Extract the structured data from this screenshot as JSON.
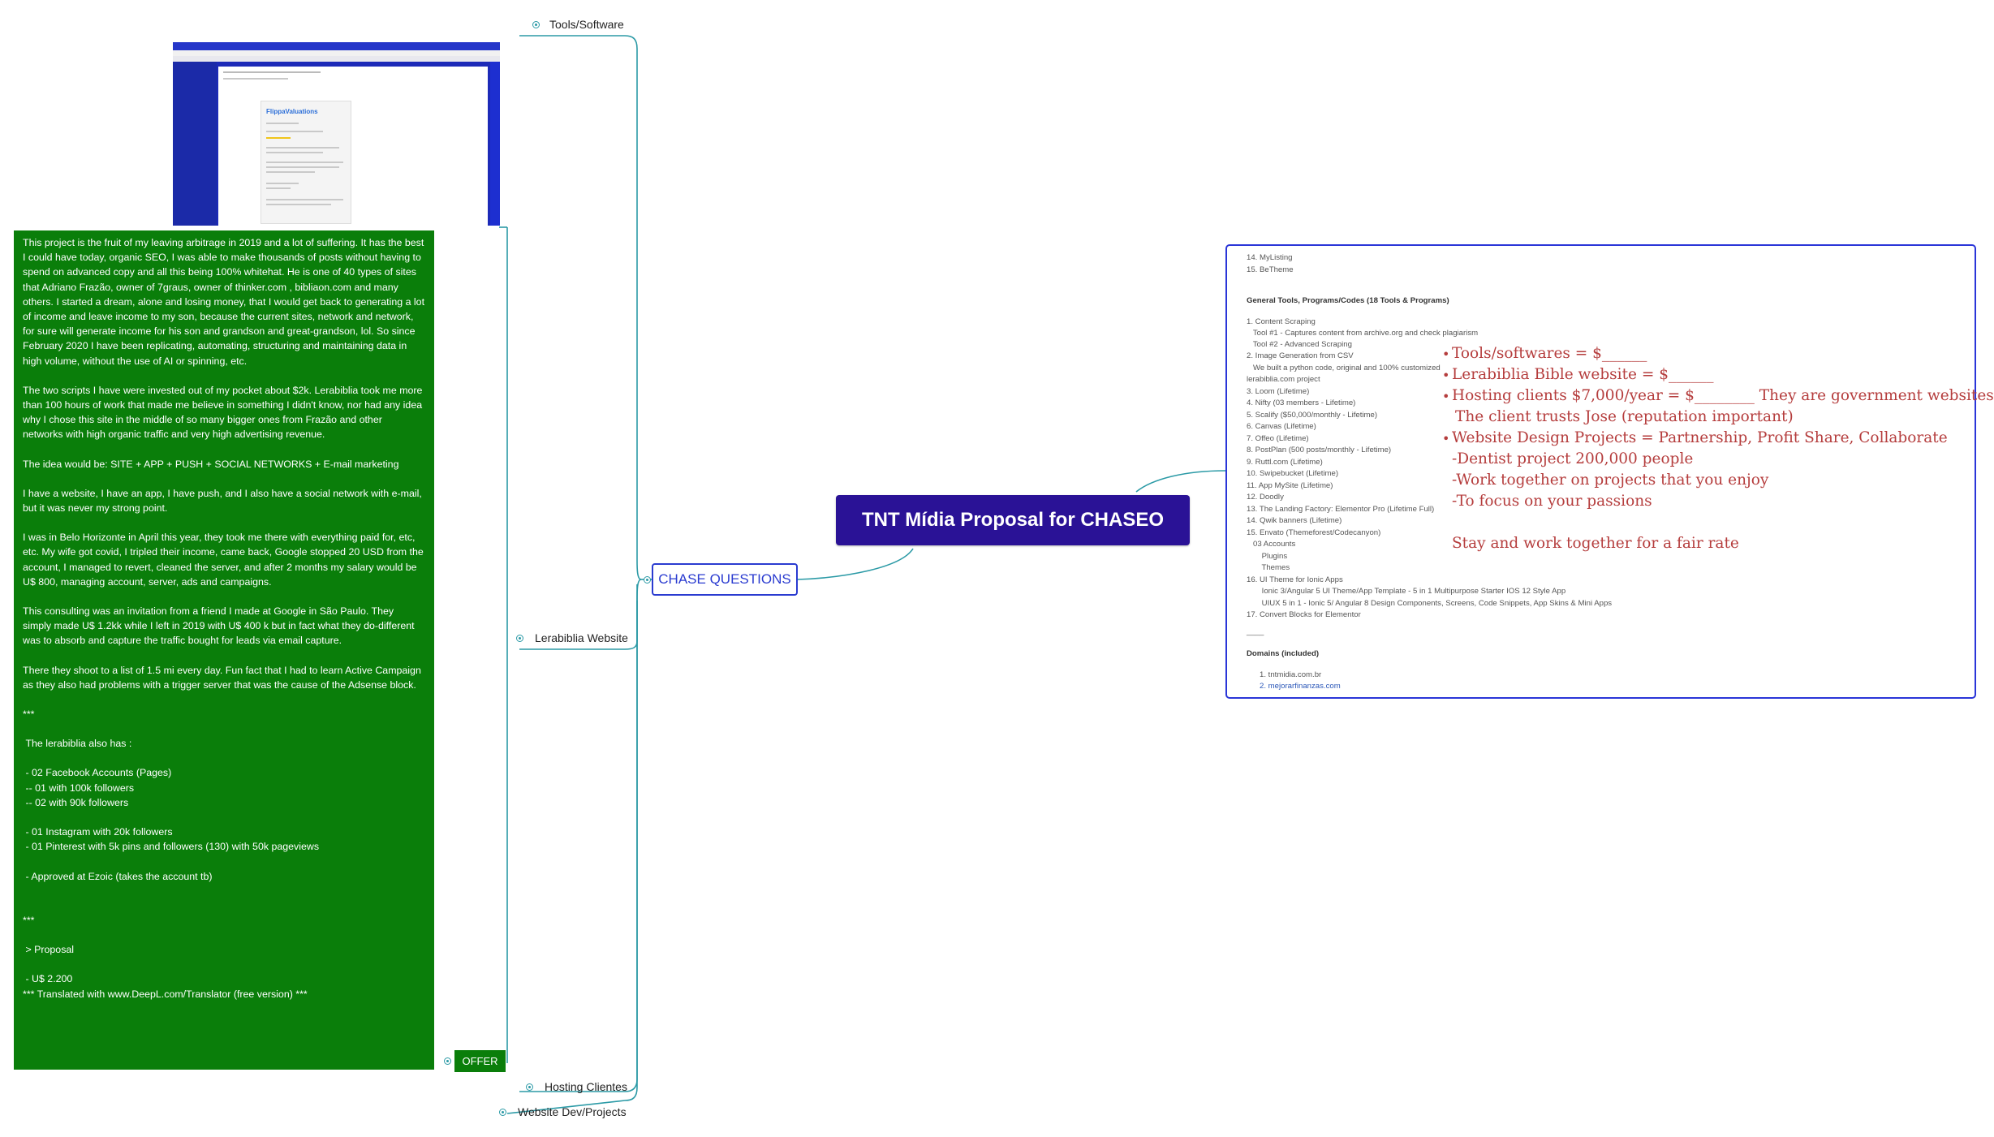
{
  "central_topic": "TNT Mídia Proposal for CHASEO",
  "chase_questions": "CHASE QUESTIONS",
  "branches": {
    "tools_software": "Tools/Software",
    "lerabiblia_website": "Lerabiblia Website",
    "hosting_clientes": "Hosting Clientes",
    "website_dev_projects": "Website Dev/Projects"
  },
  "offer_label": "OFFER",
  "note_paragraphs": [
    "This project is the fruit of my leaving arbitrage in 2019 and a lot of suffering. It has the best I could have today, organic SEO, I was able to make thousands of posts without having to spend on advanced copy and all this being 100% whitehat. He is one of 40 types of sites that Adriano Frazão, owner of 7graus, owner of thinker.com , bibliaon.com and many others. I started a dream, alone and losing money, that I would get back to generating a lot of income and leave income to my son, because the current sites, network and network, for sure will generate income for his son and grandson and great-grandson, lol. So since February 2020 I have been replicating, automating, structuring and maintaining data in high volume, without the use of AI or spinning, etc.",
    "The two scripts I have were invested out of my pocket about $2k. Lerabiblia took me more than 100 hours of work that made me believe in something I didn't know, nor had any idea why I chose this site in the middle of so many bigger ones from Frazão and other networks with high organic traffic and very high advertising revenue.",
    "The idea would be: SITE + APP + PUSH + SOCIAL NETWORKS + E-mail marketing",
    "I have a website, I have an app, I have push, and I also have a social network with e-mail, but it was never my strong point.",
    "I was in Belo Horizonte in April this year, they took me there with everything paid for, etc, etc. My wife got covid, I tripled their income, came back, Google stopped 20 USD from the account, I managed to revert, cleaned the server, and after 2 months my salary would be U$ 800, managing account, server, ads and campaigns.",
    "This consulting was an invitation from a friend I made at Google in São Paulo. They simply made U$ 1.2kk while I left in 2019 with U$ 400 k but in fact what they do-different was to absorb and capture the traffic bought for leads via email capture.",
    "There they shoot to a list of 1.5 mi every day. Fun fact that I had to learn Active Campaign as they also had problems with a trigger server that was the cause of the Adsense block.",
    "***",
    " The lerabiblia also has :",
    " - 02 Facebook Accounts (Pages)\n -- 01 with 100k followers\n -- 02 with 90k followers",
    " - 01 Instagram with 20k followers\n - 01 Pinterest with 5k pins and followers (130) with 50k pageviews",
    " - Approved at Ezoic (takes the account tb)",
    "\n***",
    " > Proposal",
    " - U$ 2.200\n*** Translated with www.DeepL.com/Translator (free version) ***"
  ],
  "panel": {
    "list_top": [
      "14. MyListing",
      "15. BeTheme"
    ],
    "general_tools_heading": "General Tools, Programs/Codes (18 Tools & Programs)",
    "general_tools": [
      "1. Content Scraping",
      "   Tool #1 - Captures content from archive.org and check plagiarism",
      "   Tool #2 - Advanced Scraping",
      "2. Image Generation from CSV",
      "   We built a python code, original and 100% customized",
      "lerabiblia.com project",
      "3. Loom (Lifetime)",
      "4. Nifty (03 members - Lifetime)",
      "5. Scalify ($50,000/monthly - Lifetime)",
      "6. Canvas (Lifetime)",
      "7. Offeo (Lifetime)",
      "8. PostPlan (500 posts/monthly - Lifetime)",
      "9. Ruttl.com (Lifetime)",
      "10. Swipebucket (Lifetime)",
      "11. App MySite (Lifetime)",
      "12. Doodly",
      "13. The Landing Factory: Elementor Pro (Lifetime Full)",
      "14. Qwik banners (Lifetime)",
      "15. Envato (Themeforest/Codecanyon)",
      "   03 Accounts",
      "       Plugins",
      "       Themes",
      "16. UI Theme for Ionic Apps",
      "       Ionic 3/Angular 5 UI Theme/App Template - 5 in 1 Multipurpose Starter IOS 12 Style App",
      "       UIUX 5 in 1 - Ionic 5/ Angular 8 Design Components, Screens, Code Snippets, App Skins & Mini Apps",
      "17. Convert Blocks for Elementor"
    ],
    "separator": "____",
    "domains_heading": "Domains (included)",
    "domains": [
      "1. tntmidia.com.br",
      "2. mejorarfinanzas.com"
    ],
    "handwriting": [
      "Tools/softwares = $______",
      "Lerabiblia Bible website = $______",
      "Hosting clients $7,000/year = $________ They are government websites",
      "The client trusts Jose (reputation important)",
      "Website Design Projects = Partnership, Profit Share, Collaborate",
      "-Dentist project 200,000 people",
      "-Work together on projects that you enjoy",
      "-To focus on your passions",
      "Stay and work together for a fair rate"
    ]
  },
  "thumbnail": {
    "brand": "FlippaValuations"
  },
  "colors": {
    "central_bg": "#2a1296",
    "note_bg": "#0a7e0a",
    "connector": "#2b9aa6",
    "chase_border": "#2a3bd0",
    "handwriting": "#b53d3d"
  }
}
